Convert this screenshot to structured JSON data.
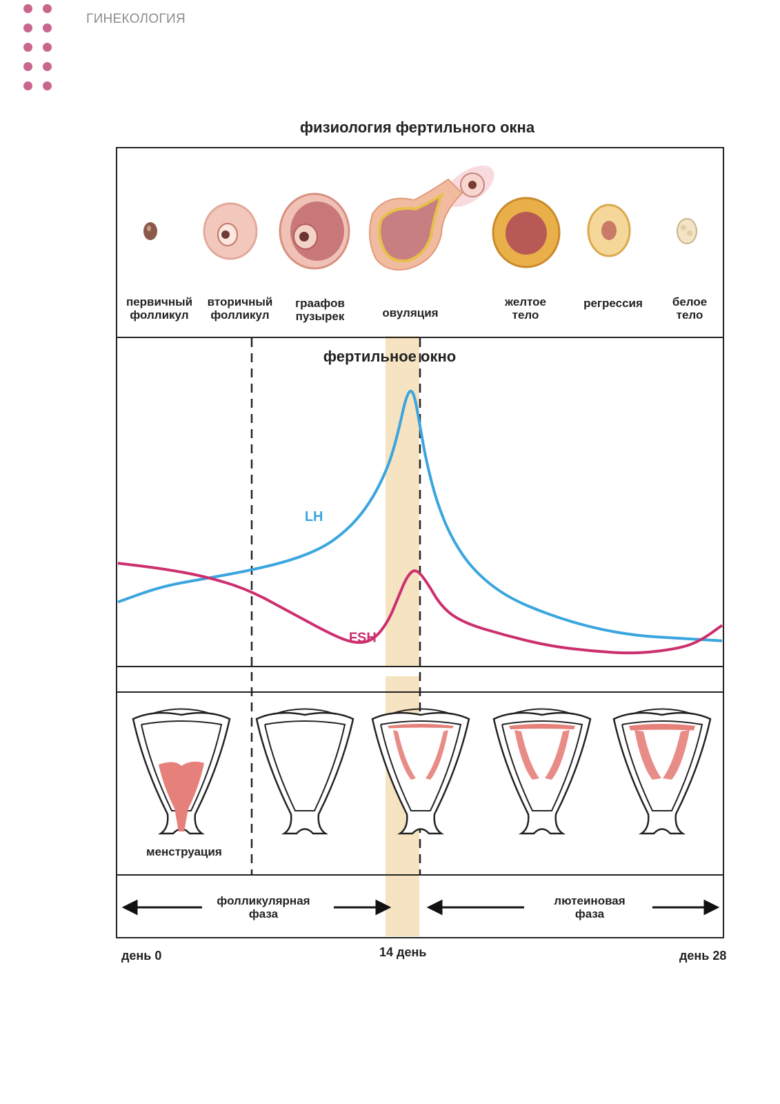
{
  "header": {
    "section": "ГИНЕКОЛОГИЯ",
    "accent_color": "#c9668d"
  },
  "figure": {
    "title": "физиология фертильного окна",
    "follicle_stages": [
      {
        "line1": "первичный",
        "line2": "фолликул"
      },
      {
        "line1": "вторичный",
        "line2": "фолликул"
      },
      {
        "line1": "граафов",
        "line2": "пузырек"
      },
      {
        "line1": "овуляция",
        "line2": ""
      },
      {
        "line1": "желтое",
        "line2": "тело"
      },
      {
        "line1": "регрессия",
        "line2": ""
      },
      {
        "line1": "белое",
        "line2": "тело"
      }
    ],
    "fertile_window_label": "фертильное окно",
    "fertile_window_color": "#f6e3c2",
    "menstruation_label": "менструация",
    "phases": {
      "follicular": {
        "line1": "фолликулярная",
        "line2": "фаза"
      },
      "luteal": {
        "line1": "лютеиновая",
        "line2": "фаза"
      }
    },
    "days": {
      "start": "день 0",
      "mid": "14 день",
      "end": "день 28"
    }
  },
  "chart_data": {
    "type": "line",
    "x_unit": "день цикла",
    "xlim": [
      0,
      28
    ],
    "series": [
      {
        "name": "LH",
        "color": "#3aa5de",
        "x": [
          0,
          2,
          4,
          6,
          8,
          9.5,
          10.5,
          11.3,
          12,
          12.6,
          13,
          13.4,
          13.7,
          14,
          14.3,
          14.8,
          15.5,
          16.5,
          18,
          20,
          22,
          24,
          26,
          28
        ],
        "y": [
          0.18,
          0.24,
          0.27,
          0.3,
          0.34,
          0.39,
          0.45,
          0.52,
          0.61,
          0.72,
          0.84,
          0.99,
          1.0,
          0.86,
          0.72,
          0.56,
          0.42,
          0.3,
          0.2,
          0.13,
          0.08,
          0.05,
          0.04,
          0.03
        ]
      },
      {
        "name": "FSH",
        "color": "#cc2f6e",
        "x": [
          0,
          2,
          4,
          6,
          8,
          10,
          11,
          11.8,
          12.5,
          13,
          13.4,
          13.8,
          14.3,
          15,
          16,
          18,
          20,
          22,
          24,
          26,
          27,
          28
        ],
        "y": [
          0.33,
          0.31,
          0.28,
          0.23,
          0.14,
          0.05,
          0.02,
          0.03,
          0.1,
          0.2,
          0.28,
          0.31,
          0.26,
          0.16,
          0.1,
          0.05,
          0.01,
          -0.01,
          -0.02,
          0.0,
          0.03,
          0.09
        ]
      }
    ]
  }
}
